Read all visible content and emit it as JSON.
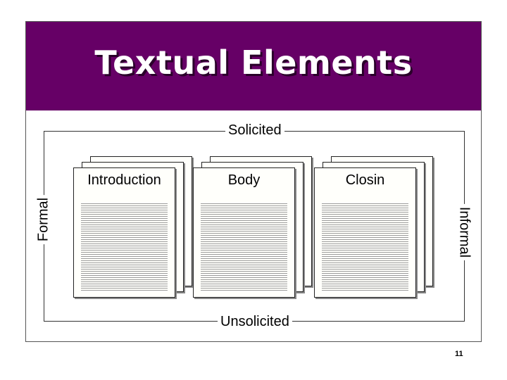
{
  "slide": {
    "title": "Textual Elements",
    "number": "11",
    "colors": {
      "title_band": "#660066",
      "title_text": "#ffffff"
    }
  },
  "diagram": {
    "top_label": "Solicited",
    "bottom_label": "Unsolicited",
    "left_label": "Formal",
    "right_label": "Informal",
    "documents": [
      {
        "label": "Introduction"
      },
      {
        "label": "Body"
      },
      {
        "label": "Closin"
      }
    ]
  }
}
